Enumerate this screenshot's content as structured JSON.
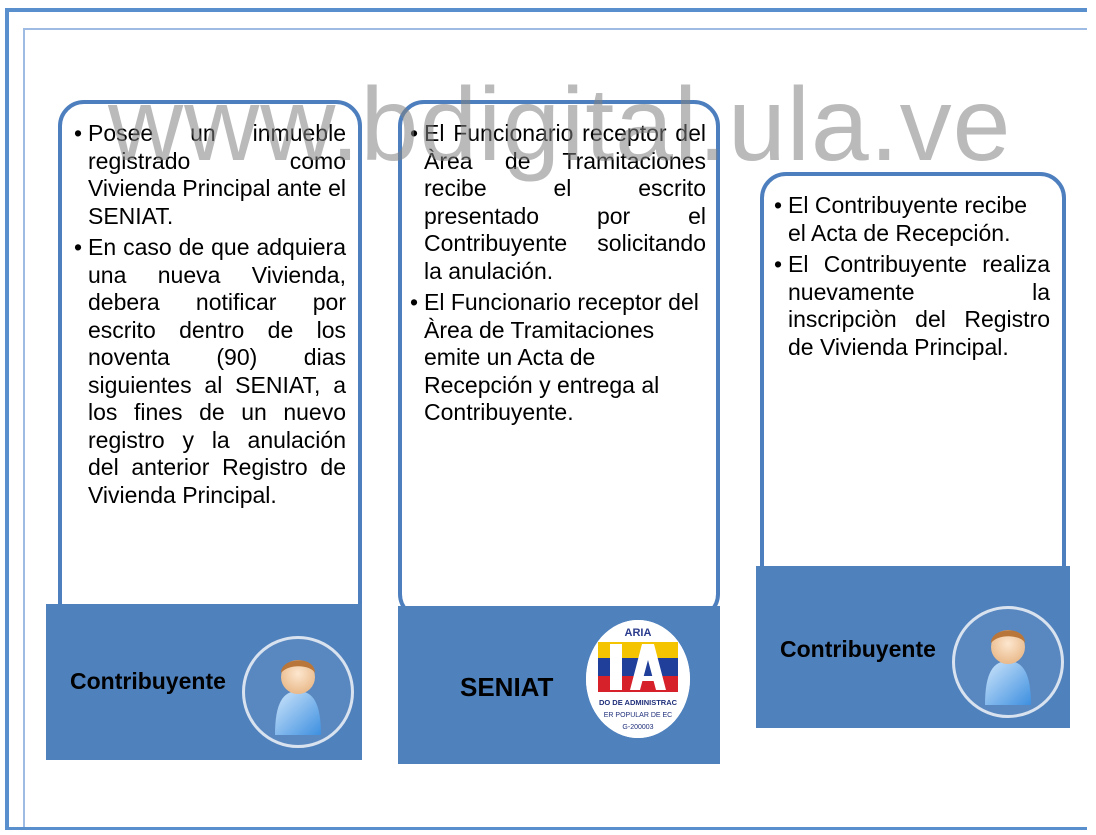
{
  "watermark": "www.bdigital.ula.ve",
  "columns": [
    {
      "bullets": [
        "Posee un inmueble registrado como Vivienda Principal ante el SENIAT.",
        "En caso de que adquiera una nueva Vivienda, debera notificar por escrito dentro de los noventa (90) dias siguientes al SENIAT, a los fines de un nuevo registro y la anulación del anterior Registro de Vivienda Principal."
      ],
      "actor": "Contribuyente",
      "icon": "person-icon"
    },
    {
      "bullets": [
        "El Funcionario receptor del Àrea de Tramitaciones recibe el escrito presentado por el Contribuyente solicitando la anulación.",
        "El Funcionario receptor del Àrea de Tramitaciones emite un Acta de Recepción y entrega al Contribuyente."
      ],
      "actor": "SENIAT",
      "icon": "seniat-logo",
      "logo_text": {
        "top": "ARIA",
        "bottom1": "DO DE ADMINISTRAC",
        "bottom2": "ER POPULAR DE EC",
        "bottom3": "G-200003"
      }
    },
    {
      "bullets": [
        "El Contribuyente recibe el Acta de Recepción.",
        "El Contribuyente realiza nuevamente la inscripciòn del Registro de Vivienda Principal."
      ],
      "actor": "Contribuyente",
      "icon": "person-icon"
    }
  ],
  "colors": {
    "accent": "#4f81bd",
    "border": "#4d7fbf"
  }
}
